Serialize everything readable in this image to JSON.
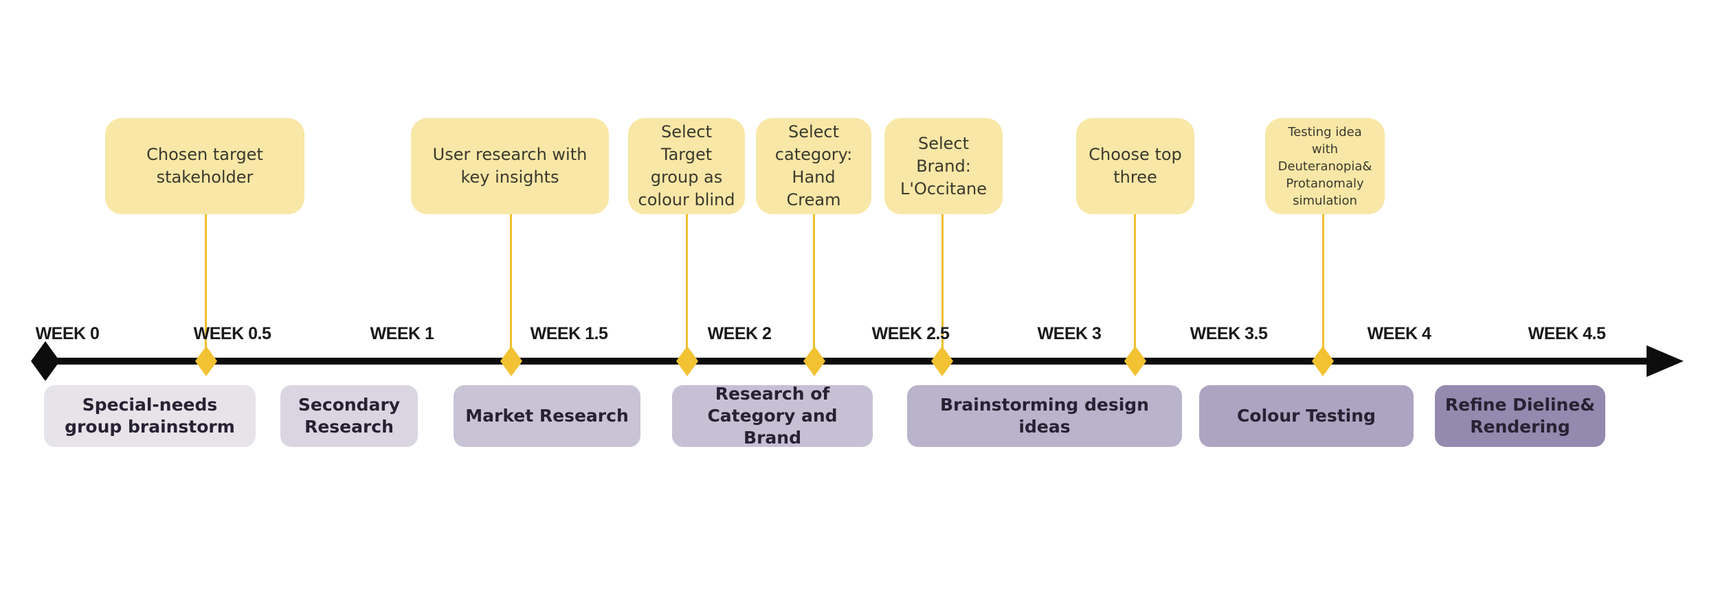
{
  "timeline": {
    "week_labels": [
      "WEEK 0",
      "WEEK 0.5",
      "WEEK 1",
      "WEEK 1.5",
      "WEEK 2",
      "WEEK 2.5",
      "WEEK 3",
      "WEEK 3.5",
      "WEEK 4",
      "WEEK 4.5"
    ],
    "axis_color": "#0d0d0d",
    "marker_color": "#F2C233",
    "connector_color": "#EFBF2E"
  },
  "callouts": [
    {
      "text": "Chosen target stakeholder"
    },
    {
      "text": "User research with key insights"
    },
    {
      "text": "Select Target group as colour blind"
    },
    {
      "text": "Select category: Hand Cream"
    },
    {
      "text": "Select Brand: L'Occitane"
    },
    {
      "text": "Choose top three"
    },
    {
      "text": "Testing idea with Deuteranopia& Protanomaly simulation"
    }
  ],
  "callout_style": {
    "background": "#F8E7A6",
    "text_color": "#3B392E"
  },
  "phases": [
    {
      "label": "Special-needs group brainstorm",
      "color": "#E6E3E9"
    },
    {
      "label": "Secondary Research",
      "color": "#DAD6E1"
    },
    {
      "label": "Market Research",
      "color": "#C9C3D6"
    },
    {
      "label": "Research of Category and Brand",
      "color": "#C6C0D4"
    },
    {
      "label": "Brainstorming design ideas",
      "color": "#BAB3CC"
    },
    {
      "label": "Colour Testing",
      "color": "#ADA4C1"
    },
    {
      "label": "Refine Dieline& Rendering",
      "color": "#9489AE"
    }
  ]
}
